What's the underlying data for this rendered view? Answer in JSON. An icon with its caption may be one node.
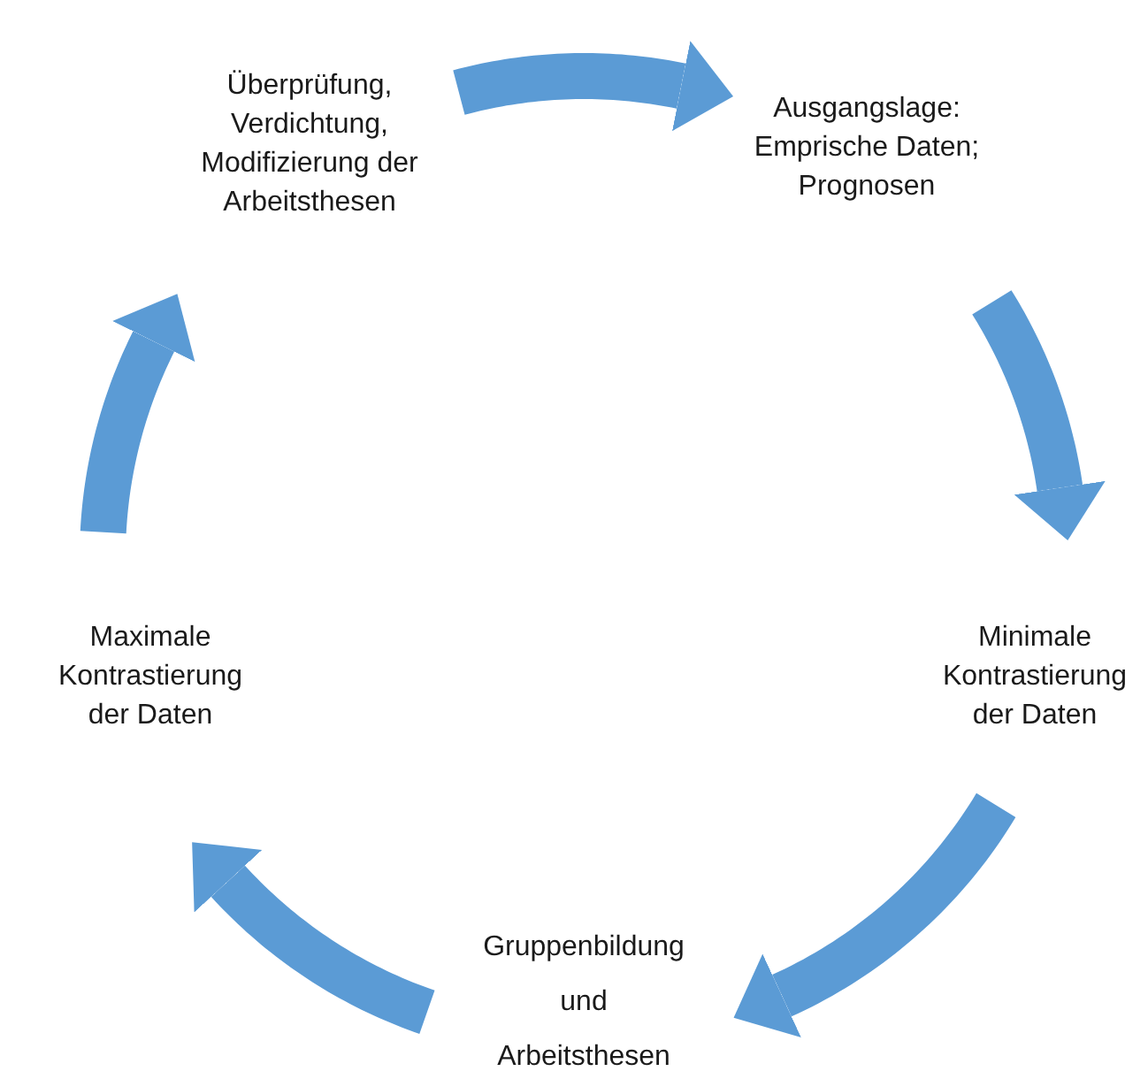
{
  "diagram": {
    "nodes": [
      {
        "text": [
          "Überprüfung, Verdichtung, Modifizierung der Arbeitsthesen"
        ]
      },
      {
        "text": [
          "Ausgangslage: Emprische Daten; Prognosen"
        ]
      },
      {
        "text": [
          "Minimale Kontrastierung der Daten"
        ]
      },
      {
        "text": [
          "Gruppenbildung und Arbeitsthesen"
        ]
      },
      {
        "text": [
          "Maximale Kontrastierung der Daten"
        ]
      }
    ],
    "edges": [
      {
        "from": 0,
        "to": 1,
        "arrow": "to"
      },
      {
        "from": 1,
        "to": 2,
        "arrow": "to"
      },
      {
        "from": 2,
        "to": 3,
        "arrow": "to"
      },
      {
        "from": 3,
        "to": 4,
        "arrow": "to"
      },
      {
        "from": 4,
        "to": 0,
        "arrow": "to"
      }
    ]
  }
}
